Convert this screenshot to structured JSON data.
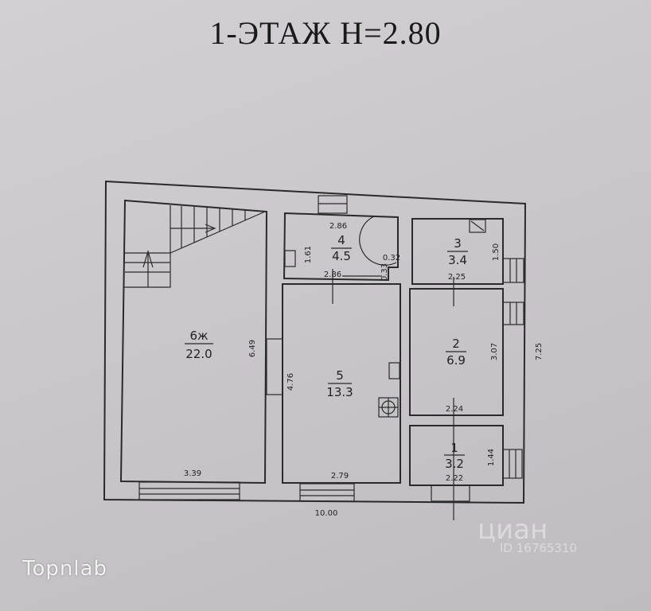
{
  "title": "1-ЭТАЖ  H=2.80",
  "rooms": [
    {
      "number": "6ж",
      "area": "22.0"
    },
    {
      "number": "4",
      "area": "4.5"
    },
    {
      "number": "3",
      "area": "3.4"
    },
    {
      "number": "5",
      "area": "13.3"
    },
    {
      "number": "2",
      "area": "6.9"
    },
    {
      "number": "1",
      "area": "3.2"
    }
  ],
  "dimensions": {
    "r6_height": "6.49",
    "r6_width": "3.39",
    "r4_top": "2.86",
    "r4_bottom": "2.86",
    "r4_height": "1.61",
    "r4_niche_w": "0.32",
    "r4_niche_h": "0.33",
    "r3_height": "1.50",
    "r3_width": "2.25",
    "r5_height": "4.76",
    "r5_width": "2.79",
    "r2_height": "3.07",
    "r2_width": "2.24",
    "r1_height": "1.44",
    "r1_width": "2.22",
    "total_height": "7.25",
    "total_width": "10.00"
  },
  "watermarks": {
    "topnlab": "Topnlab",
    "cian": "циан",
    "cian_id": "ID 16765310"
  }
}
